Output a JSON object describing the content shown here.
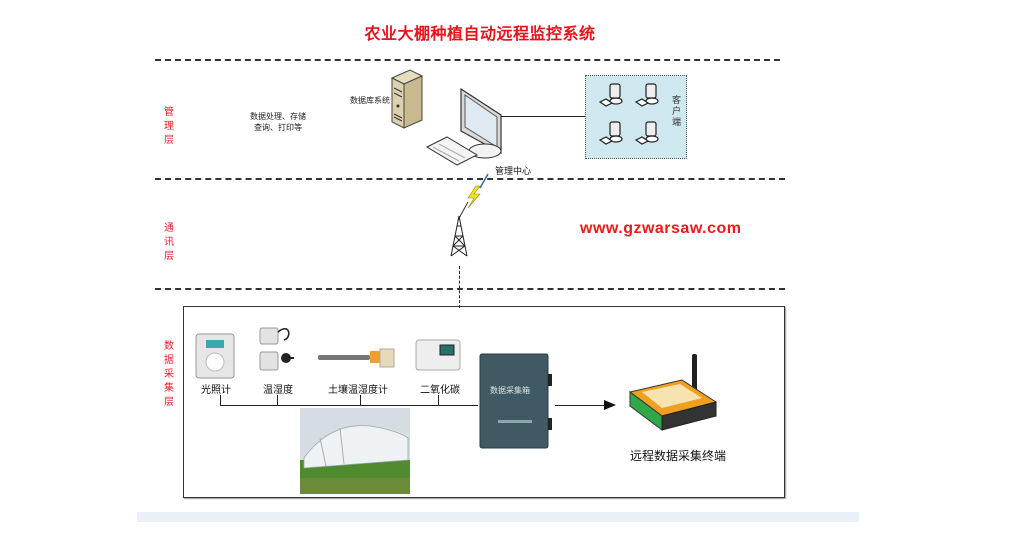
{
  "title": "农业大棚种植自动远程监控系统",
  "layers": {
    "management": "管理层",
    "communication": "通讯层",
    "acquisition": "数据采集层"
  },
  "management": {
    "db_label": "数据库系统",
    "functions_line1": "数据处理、存储",
    "functions_line2": "查询、打印等",
    "center_label": "管理中心",
    "client_label": "客户端"
  },
  "watermark": "www.gzwarsaw.com",
  "sensors": [
    {
      "label": "光照计"
    },
    {
      "label": "温湿度"
    },
    {
      "label": "土壤温湿度计"
    },
    {
      "label": "二氧化碳"
    }
  ],
  "collector_box": {
    "label": "数据采集箱"
  },
  "terminal": {
    "label": "远程数据采集终端"
  },
  "colors": {
    "title": "#e8141c",
    "layer_label": "#e8202a",
    "client_bg": "#cfe7ee",
    "collector": "#3f5a63",
    "terminal_orange": "#f0a020",
    "terminal_green": "#2fa84a"
  }
}
